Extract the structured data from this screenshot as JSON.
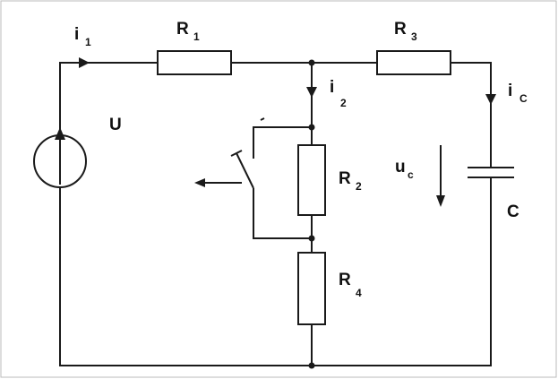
{
  "diagram": {
    "labels": {
      "i1": {
        "main": "i",
        "sub": "1"
      },
      "R1": {
        "main": "R",
        "sub": "1"
      },
      "R3": {
        "main": "R",
        "sub": "3"
      },
      "i2": {
        "main": "i",
        "sub": "2"
      },
      "iC": {
        "main": "i",
        "sub": "C"
      },
      "U": {
        "main": "U"
      },
      "R2": {
        "main": "R",
        "sub": "2"
      },
      "uc": {
        "main": "u",
        "sub": "c"
      },
      "C": {
        "main": "C"
      },
      "R4": {
        "main": "R",
        "sub": "4"
      }
    },
    "colors": {
      "line": "#1a1a1a",
      "frame": "#bbbbbb",
      "background": "#ffffff"
    }
  }
}
